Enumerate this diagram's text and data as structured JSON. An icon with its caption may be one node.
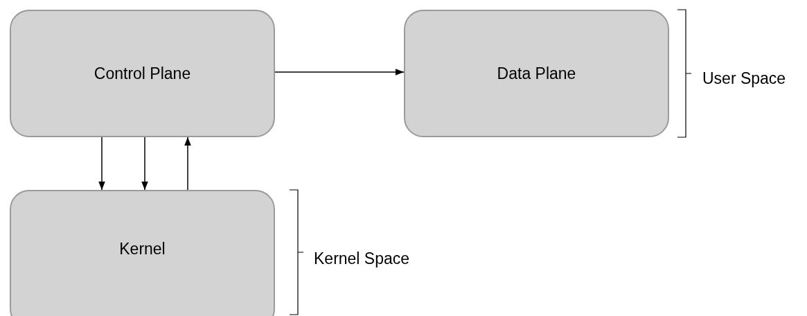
{
  "diagram": {
    "nodes": [
      {
        "text": [
          "Control Plane"
        ]
      },
      {
        "text": [
          "Data Plane"
        ]
      },
      {
        "text": [
          "Kernel"
        ]
      }
    ],
    "edges": [
      {
        "from": 0,
        "to": 1,
        "arrow": "to"
      },
      {
        "from": 0,
        "to": 2,
        "arrow": "to"
      },
      {
        "from": 0,
        "to": 2,
        "arrow": "to"
      },
      {
        "from": 2,
        "to": 0,
        "arrow": "to"
      }
    ],
    "labels": [
      "User Space",
      "Kernel Space"
    ]
  }
}
